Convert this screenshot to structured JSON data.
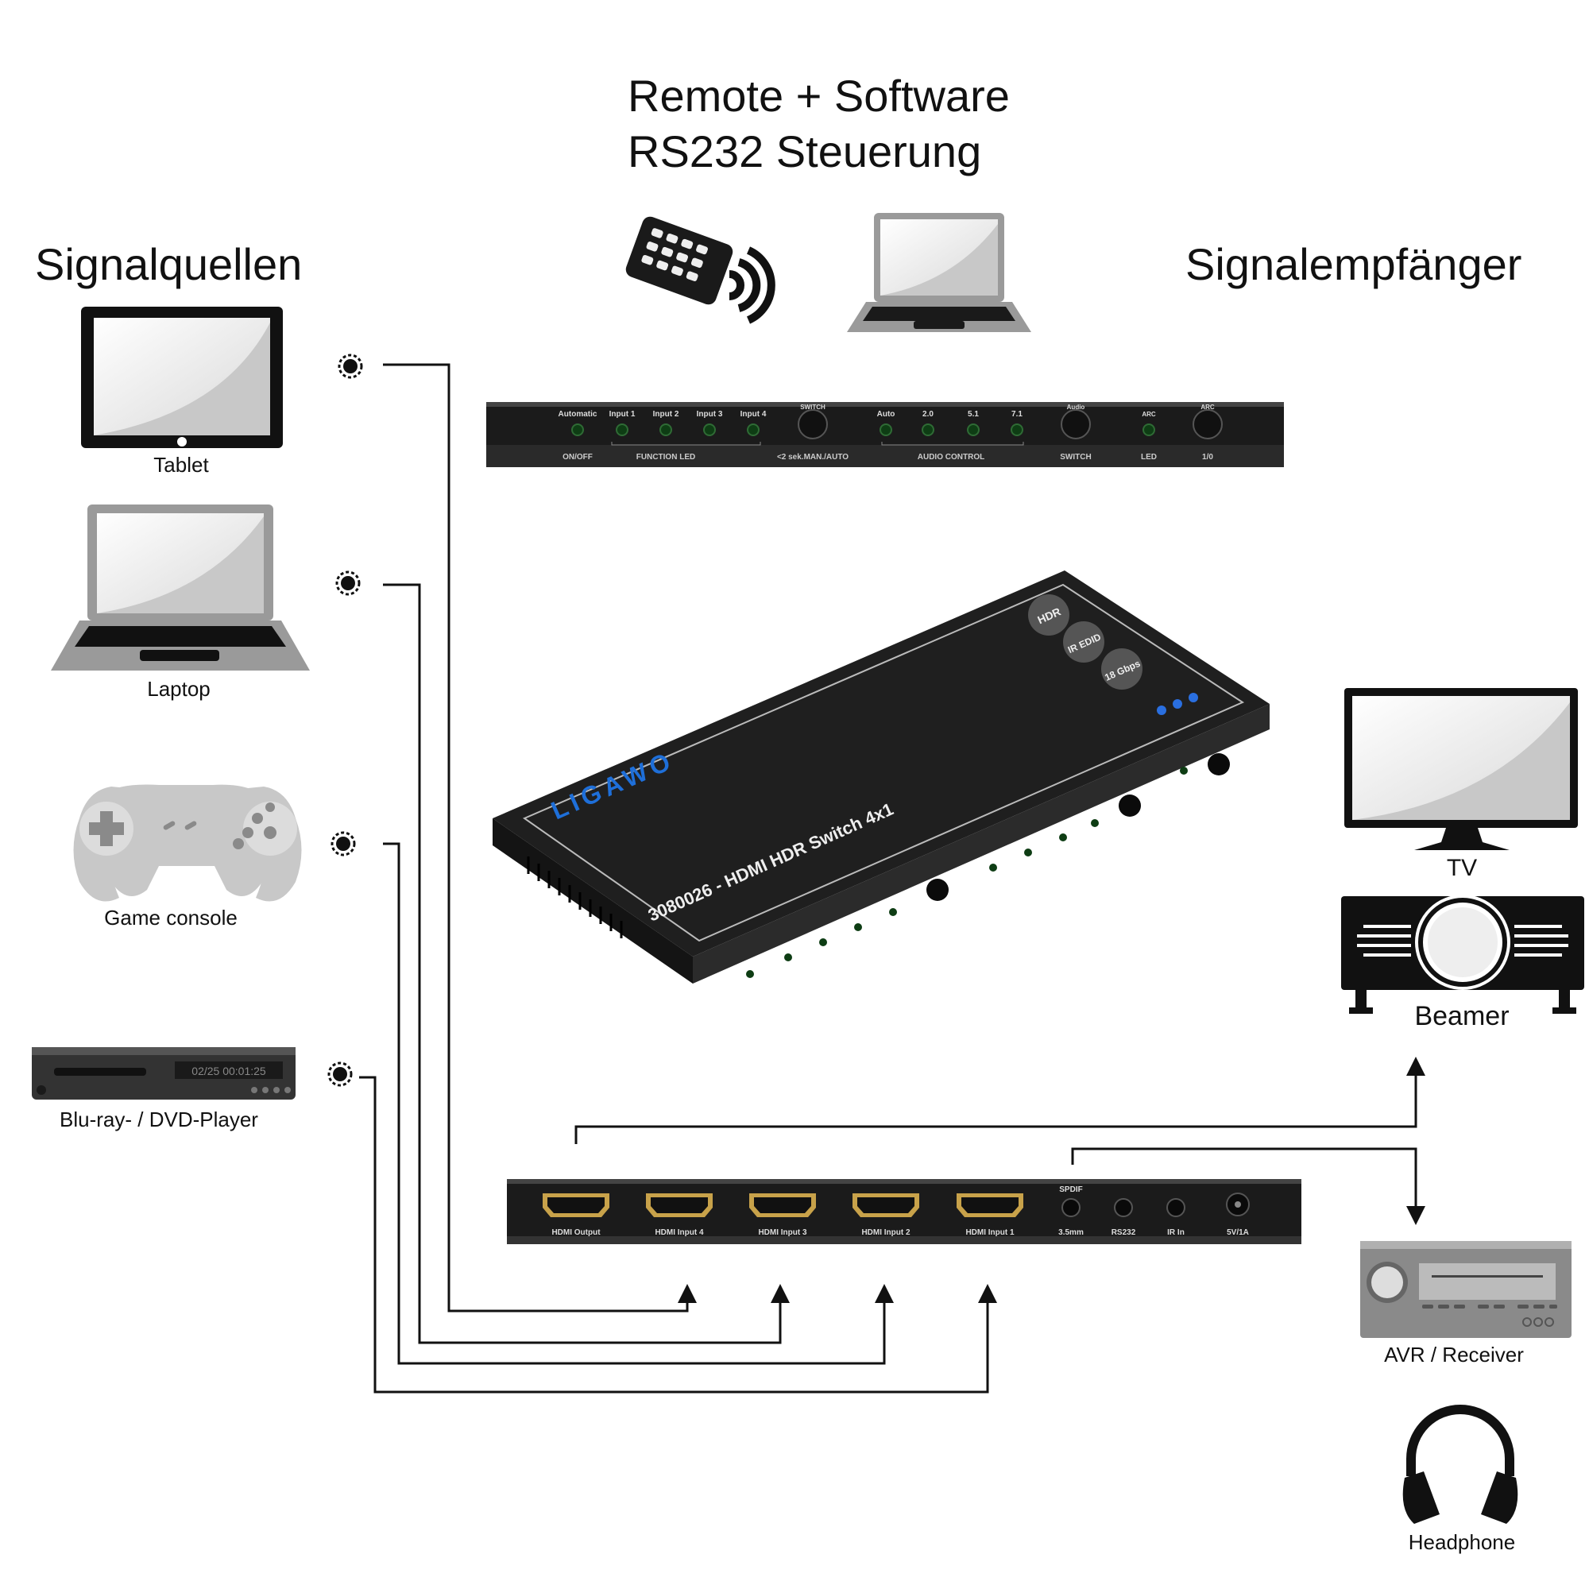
{
  "header": {
    "control_line1": "Remote + Software",
    "control_line2": "RS232 Steuerung",
    "sources_title": "Signalquellen",
    "receivers_title": "Signalempfänger"
  },
  "sources": [
    {
      "label": "Tablet",
      "icon": "tablet-icon"
    },
    {
      "label": "Laptop",
      "icon": "laptop-icon"
    },
    {
      "label": "Game console",
      "icon": "gamepad-icon"
    },
    {
      "label": "Blu-ray- / DVD-Player",
      "icon": "bluray-player-icon",
      "display": "02/25 00:01:25"
    }
  ],
  "receivers": [
    {
      "label": "TV",
      "icon": "tv-icon"
    },
    {
      "label": "Beamer",
      "icon": "projector-icon"
    },
    {
      "label": "AVR / Receiver",
      "icon": "receiver-icon"
    },
    {
      "label": "Headphone",
      "icon": "headphone-icon"
    }
  ],
  "front_panel": {
    "led_labels": [
      "Automatic",
      "Input 1",
      "Input 2",
      "Input 3",
      "Input 4"
    ],
    "switch_label": "SWITCH",
    "audio_labels": [
      "Auto",
      "2.0",
      "5.1",
      "7.1"
    ],
    "audio_button_label": "Audio",
    "arc_led_label": "ARC",
    "arc_button_label": "ARC",
    "bottom_labels": {
      "onoff": "ON/OFF",
      "function_led": "FUNCTION LED",
      "man_auto": "<2 sek.MAN./AUTO",
      "audio_control": "AUDIO CONTROL",
      "switch": "SWITCH",
      "led": "LED",
      "arc_io": "1/0"
    }
  },
  "device": {
    "brand": "LIGAWO",
    "model": "3080026 - HDMI HDR Switch 4x1",
    "badges": [
      "HDR",
      "IR EDID",
      "18 Gbps"
    ],
    "brand_color": "#1e6fd9"
  },
  "rear_panel": {
    "hdmi_ports": [
      "HDMI Output",
      "HDMI Input 4",
      "HDMI Input 3",
      "HDMI Input 2",
      "HDMI Input 1"
    ],
    "spdif_label": "SPDIF",
    "jacks": [
      "3.5mm",
      "RS232",
      "IR In",
      "5V/1A"
    ]
  }
}
